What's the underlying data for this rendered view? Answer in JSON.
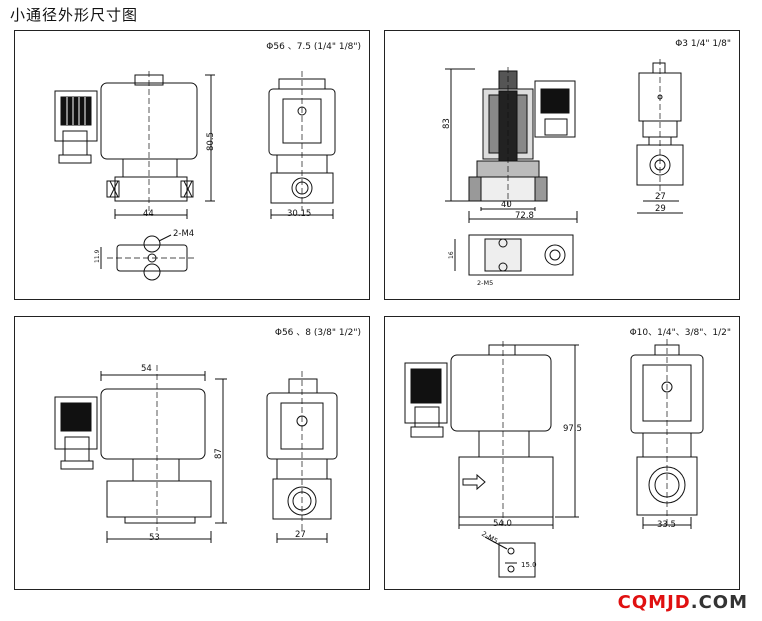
{
  "page": {
    "title": "小通径外形尺寸图"
  },
  "panels": [
    {
      "spec": "Φ56   、7.5 (1/4\" 1/8\")",
      "height": "80.5",
      "width_front": "44",
      "width_side": "30.15",
      "mount": "2-M4",
      "mount_dim": "11.9"
    },
    {
      "spec": "Φ3  1/4\" 1/8\"",
      "height": "83",
      "inner": "40",
      "length": "72.8",
      "side_a": "27",
      "side_b": "29",
      "mount": "2-M5",
      "mount_dim": "16"
    },
    {
      "spec": "Φ56   、8 (3/8\" 1/2\")",
      "top_width": "54",
      "height": "87",
      "width_front": "53",
      "width_side": "27"
    },
    {
      "spec": "Φ10、1/4\"、3/8\"、1/2\"",
      "height": "97.5",
      "width_front": "54.0",
      "width_side": "33.5",
      "mount": "2-M5",
      "mount_dim": "15.0"
    }
  ],
  "watermark": {
    "red": "CQMJD",
    "dark": ".COM"
  }
}
